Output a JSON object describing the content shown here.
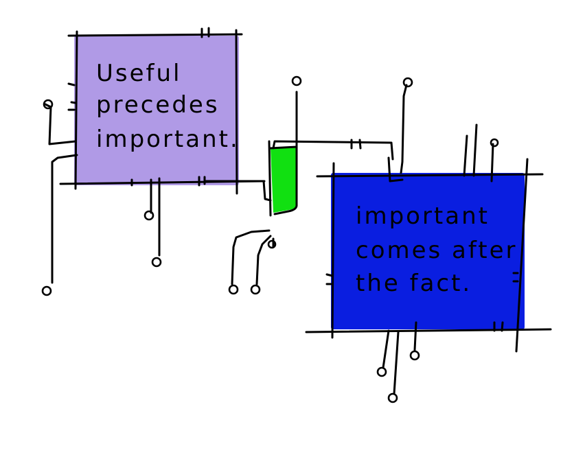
{
  "colors": {
    "background": "#ffffff",
    "ink": "#000000",
    "useful_block_fill": "#b09ae6",
    "important_block_fill": "#0a1ee0",
    "connector_fill": "#11e011"
  },
  "useful_block": {
    "lines": [
      "Useful",
      "precedes",
      "important."
    ]
  },
  "important_block": {
    "lines": [
      "important",
      "comes after",
      "the fact."
    ]
  }
}
